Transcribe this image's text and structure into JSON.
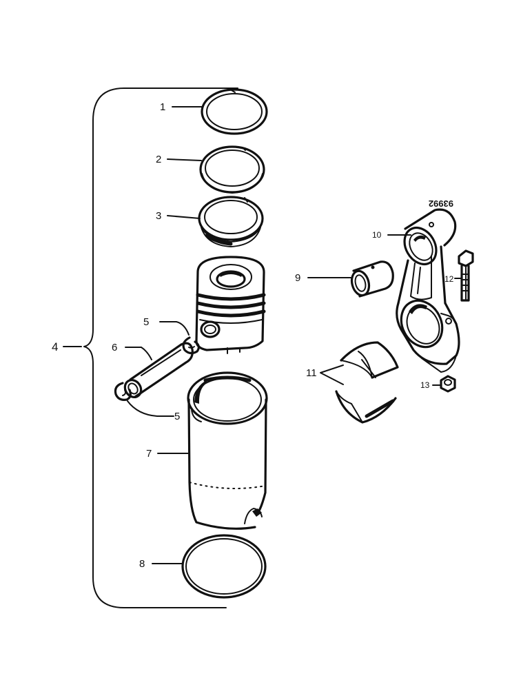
{
  "diagram": {
    "drawing_number": "93992",
    "parts": [
      {
        "id": "ring-1",
        "label": "1"
      },
      {
        "id": "ring-2",
        "label": "2"
      },
      {
        "id": "ring-3",
        "label": "3"
      },
      {
        "id": "piston-assembly",
        "label": "4"
      },
      {
        "id": "circlip-upper",
        "label": "5"
      },
      {
        "id": "piston-pin",
        "label": "6"
      },
      {
        "id": "circlip-lower",
        "label": "5"
      },
      {
        "id": "cylinder-liner",
        "label": "7"
      },
      {
        "id": "seal-ring",
        "label": "8"
      },
      {
        "id": "bushing",
        "label": "9"
      },
      {
        "id": "connecting-rod",
        "label": "10"
      },
      {
        "id": "bearing-shells",
        "label": "11"
      },
      {
        "id": "rod-bolt",
        "label": "12"
      },
      {
        "id": "rod-nut",
        "label": "13"
      }
    ]
  }
}
